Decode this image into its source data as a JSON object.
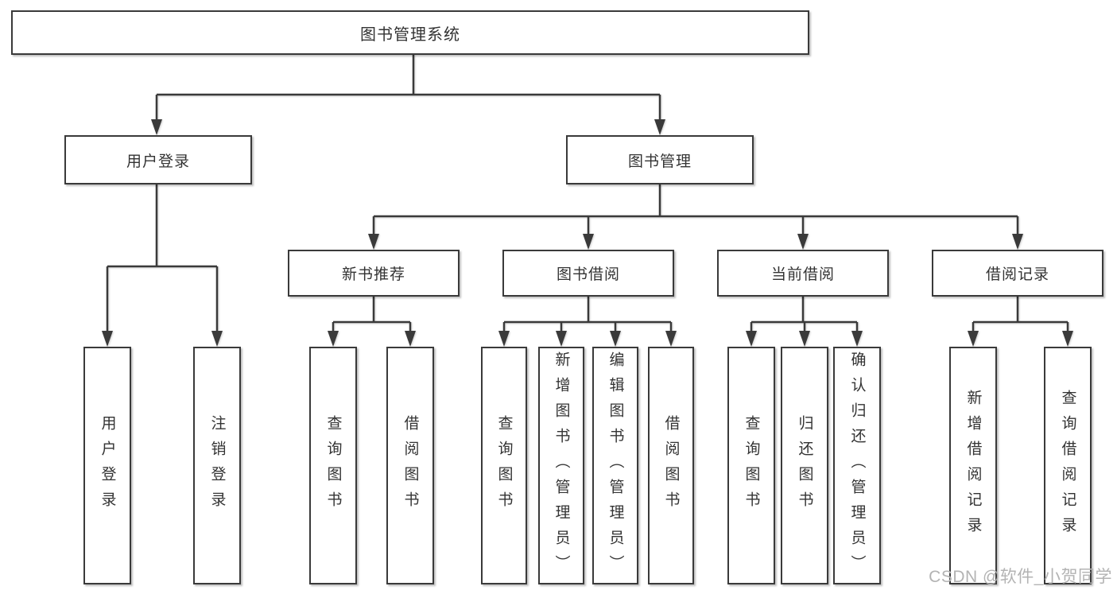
{
  "diagram": {
    "root": {
      "label": "图书管理系统"
    },
    "level2": [
      {
        "label": "用户登录"
      },
      {
        "label": "图书管理"
      }
    ],
    "level3": [
      {
        "label": "新书推荐"
      },
      {
        "label": "图书借阅"
      },
      {
        "label": "当前借阅"
      },
      {
        "label": "借阅记录"
      }
    ],
    "leaves": {
      "user_login": [
        "用户登录",
        "注销登录"
      ],
      "new_books": [
        "查询图书",
        "借阅图书"
      ],
      "book_borrow": [
        "查询图书",
        "新增图书（管理员）",
        "编辑图书（管理员）",
        "借阅图书"
      ],
      "current_borrow": [
        "查询图书",
        "归还图书",
        "确认归还（管理员）"
      ],
      "borrow_records": [
        "新增借阅记录",
        "查询借阅记录"
      ]
    }
  },
  "watermark": {
    "text": "CSDN @软件_小贺同学"
  },
  "colors": {
    "line": "#3a3a3a",
    "box_border": "#3a3a3a",
    "text": "#333333",
    "watermark": "#b3b3b3",
    "background": "#ffffff"
  }
}
